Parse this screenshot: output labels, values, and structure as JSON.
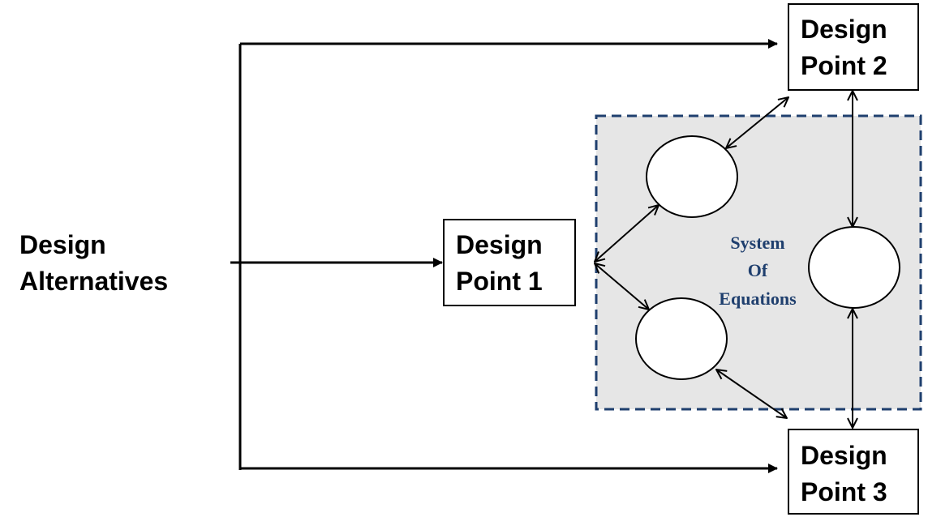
{
  "colors": {
    "line": "#000000",
    "system_fill": "#e6e6e6",
    "system_border": "#1f3f6e",
    "system_text": "#1f3f6e",
    "box_fill": "#ffffff"
  },
  "source": {
    "line1": "Design",
    "line2": "Alternatives"
  },
  "design_point_1": {
    "line1": "Design",
    "line2": "Point 1"
  },
  "design_point_2": {
    "line1": "Design",
    "line2": "Point 2"
  },
  "design_point_3": {
    "line1": "Design",
    "line2": "Point 3"
  },
  "system": {
    "line1": "System",
    "line2": "Of",
    "line3": "Equations"
  }
}
